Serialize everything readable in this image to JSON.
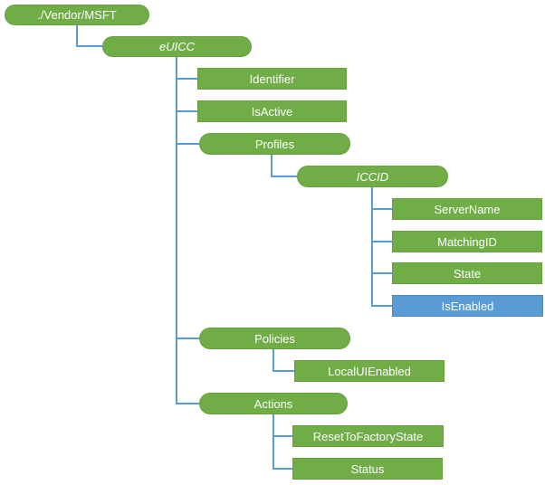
{
  "colors": {
    "node": "#70ad47",
    "highlight": "#5b9bd5",
    "connector": "#5b9bd5",
    "text": "#ffffff"
  },
  "nodes": {
    "root": {
      "label": "./Vendor/MSFT"
    },
    "euicc": {
      "label": "eUICC"
    },
    "identifier": {
      "label": "Identifier"
    },
    "isactive": {
      "label": "IsActive"
    },
    "profiles": {
      "label": "Profiles"
    },
    "iccid": {
      "label": "ICCID"
    },
    "servername": {
      "label": "ServerName"
    },
    "matchingid": {
      "label": "MatchingID"
    },
    "state": {
      "label": "State"
    },
    "isenabled": {
      "label": "IsEnabled"
    },
    "policies": {
      "label": "Policies"
    },
    "localuienabled": {
      "label": "LocalUIEnabled"
    },
    "actions": {
      "label": "Actions"
    },
    "resettofactorystate": {
      "label": "ResetToFactoryState"
    },
    "status": {
      "label": "Status"
    }
  }
}
